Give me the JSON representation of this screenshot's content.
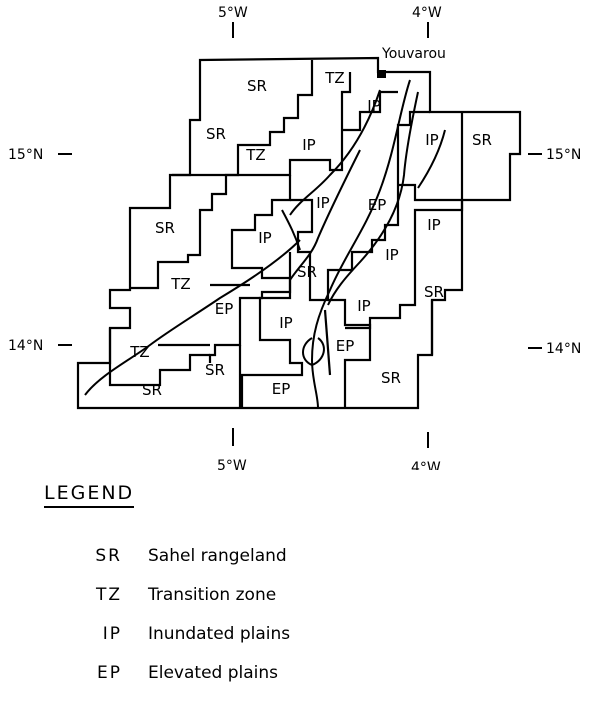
{
  "map": {
    "coords": {
      "top_left_lon": "5°W",
      "top_right_lon": "4°W",
      "bottom_left_lon": "5°W",
      "bottom_right_lon": "4°W",
      "left_upper_lat": "15°N",
      "left_lower_lat": "14°N",
      "right_upper_lat": "15°N",
      "right_lower_lat": "14°N"
    },
    "place_label": "Youvarou",
    "zones": [
      {
        "id": "sr1",
        "label": "SR"
      },
      {
        "id": "tz1",
        "label": "TZ"
      },
      {
        "id": "ip1",
        "label": "IP"
      },
      {
        "id": "sr2",
        "label": "SR"
      },
      {
        "id": "tz2",
        "label": "TZ"
      },
      {
        "id": "ip2",
        "label": "IP"
      },
      {
        "id": "ip3",
        "label": "IP"
      },
      {
        "id": "sr3",
        "label": "SR"
      },
      {
        "id": "ip4",
        "label": "IP"
      },
      {
        "id": "ep1",
        "label": "EP"
      },
      {
        "id": "sr4",
        "label": "SR"
      },
      {
        "id": "ip5",
        "label": "IP"
      },
      {
        "id": "ip6",
        "label": "IP"
      },
      {
        "id": "ip7",
        "label": "IP"
      },
      {
        "id": "sr5",
        "label": "SR"
      },
      {
        "id": "tz3",
        "label": "TZ"
      },
      {
        "id": "sr6",
        "label": "SR"
      },
      {
        "id": "ep2",
        "label": "EP"
      },
      {
        "id": "ip8",
        "label": "IP"
      },
      {
        "id": "ip9",
        "label": "IP"
      },
      {
        "id": "tz4",
        "label": "TZ"
      },
      {
        "id": "ep3",
        "label": "EP"
      },
      {
        "id": "sr7",
        "label": "SR"
      },
      {
        "id": "sr8",
        "label": "SR"
      },
      {
        "id": "ep4",
        "label": "EP"
      },
      {
        "id": "sr9",
        "label": "SR"
      }
    ]
  },
  "legend": {
    "title": "LEGEND",
    "items": [
      {
        "code": "SR",
        "desc": "Sahel rangeland"
      },
      {
        "code": "TZ",
        "desc": "Transition zone"
      },
      {
        "code": "IP",
        "desc": "Inundated plains"
      },
      {
        "code": "EP",
        "desc": "Elevated plains"
      }
    ]
  }
}
